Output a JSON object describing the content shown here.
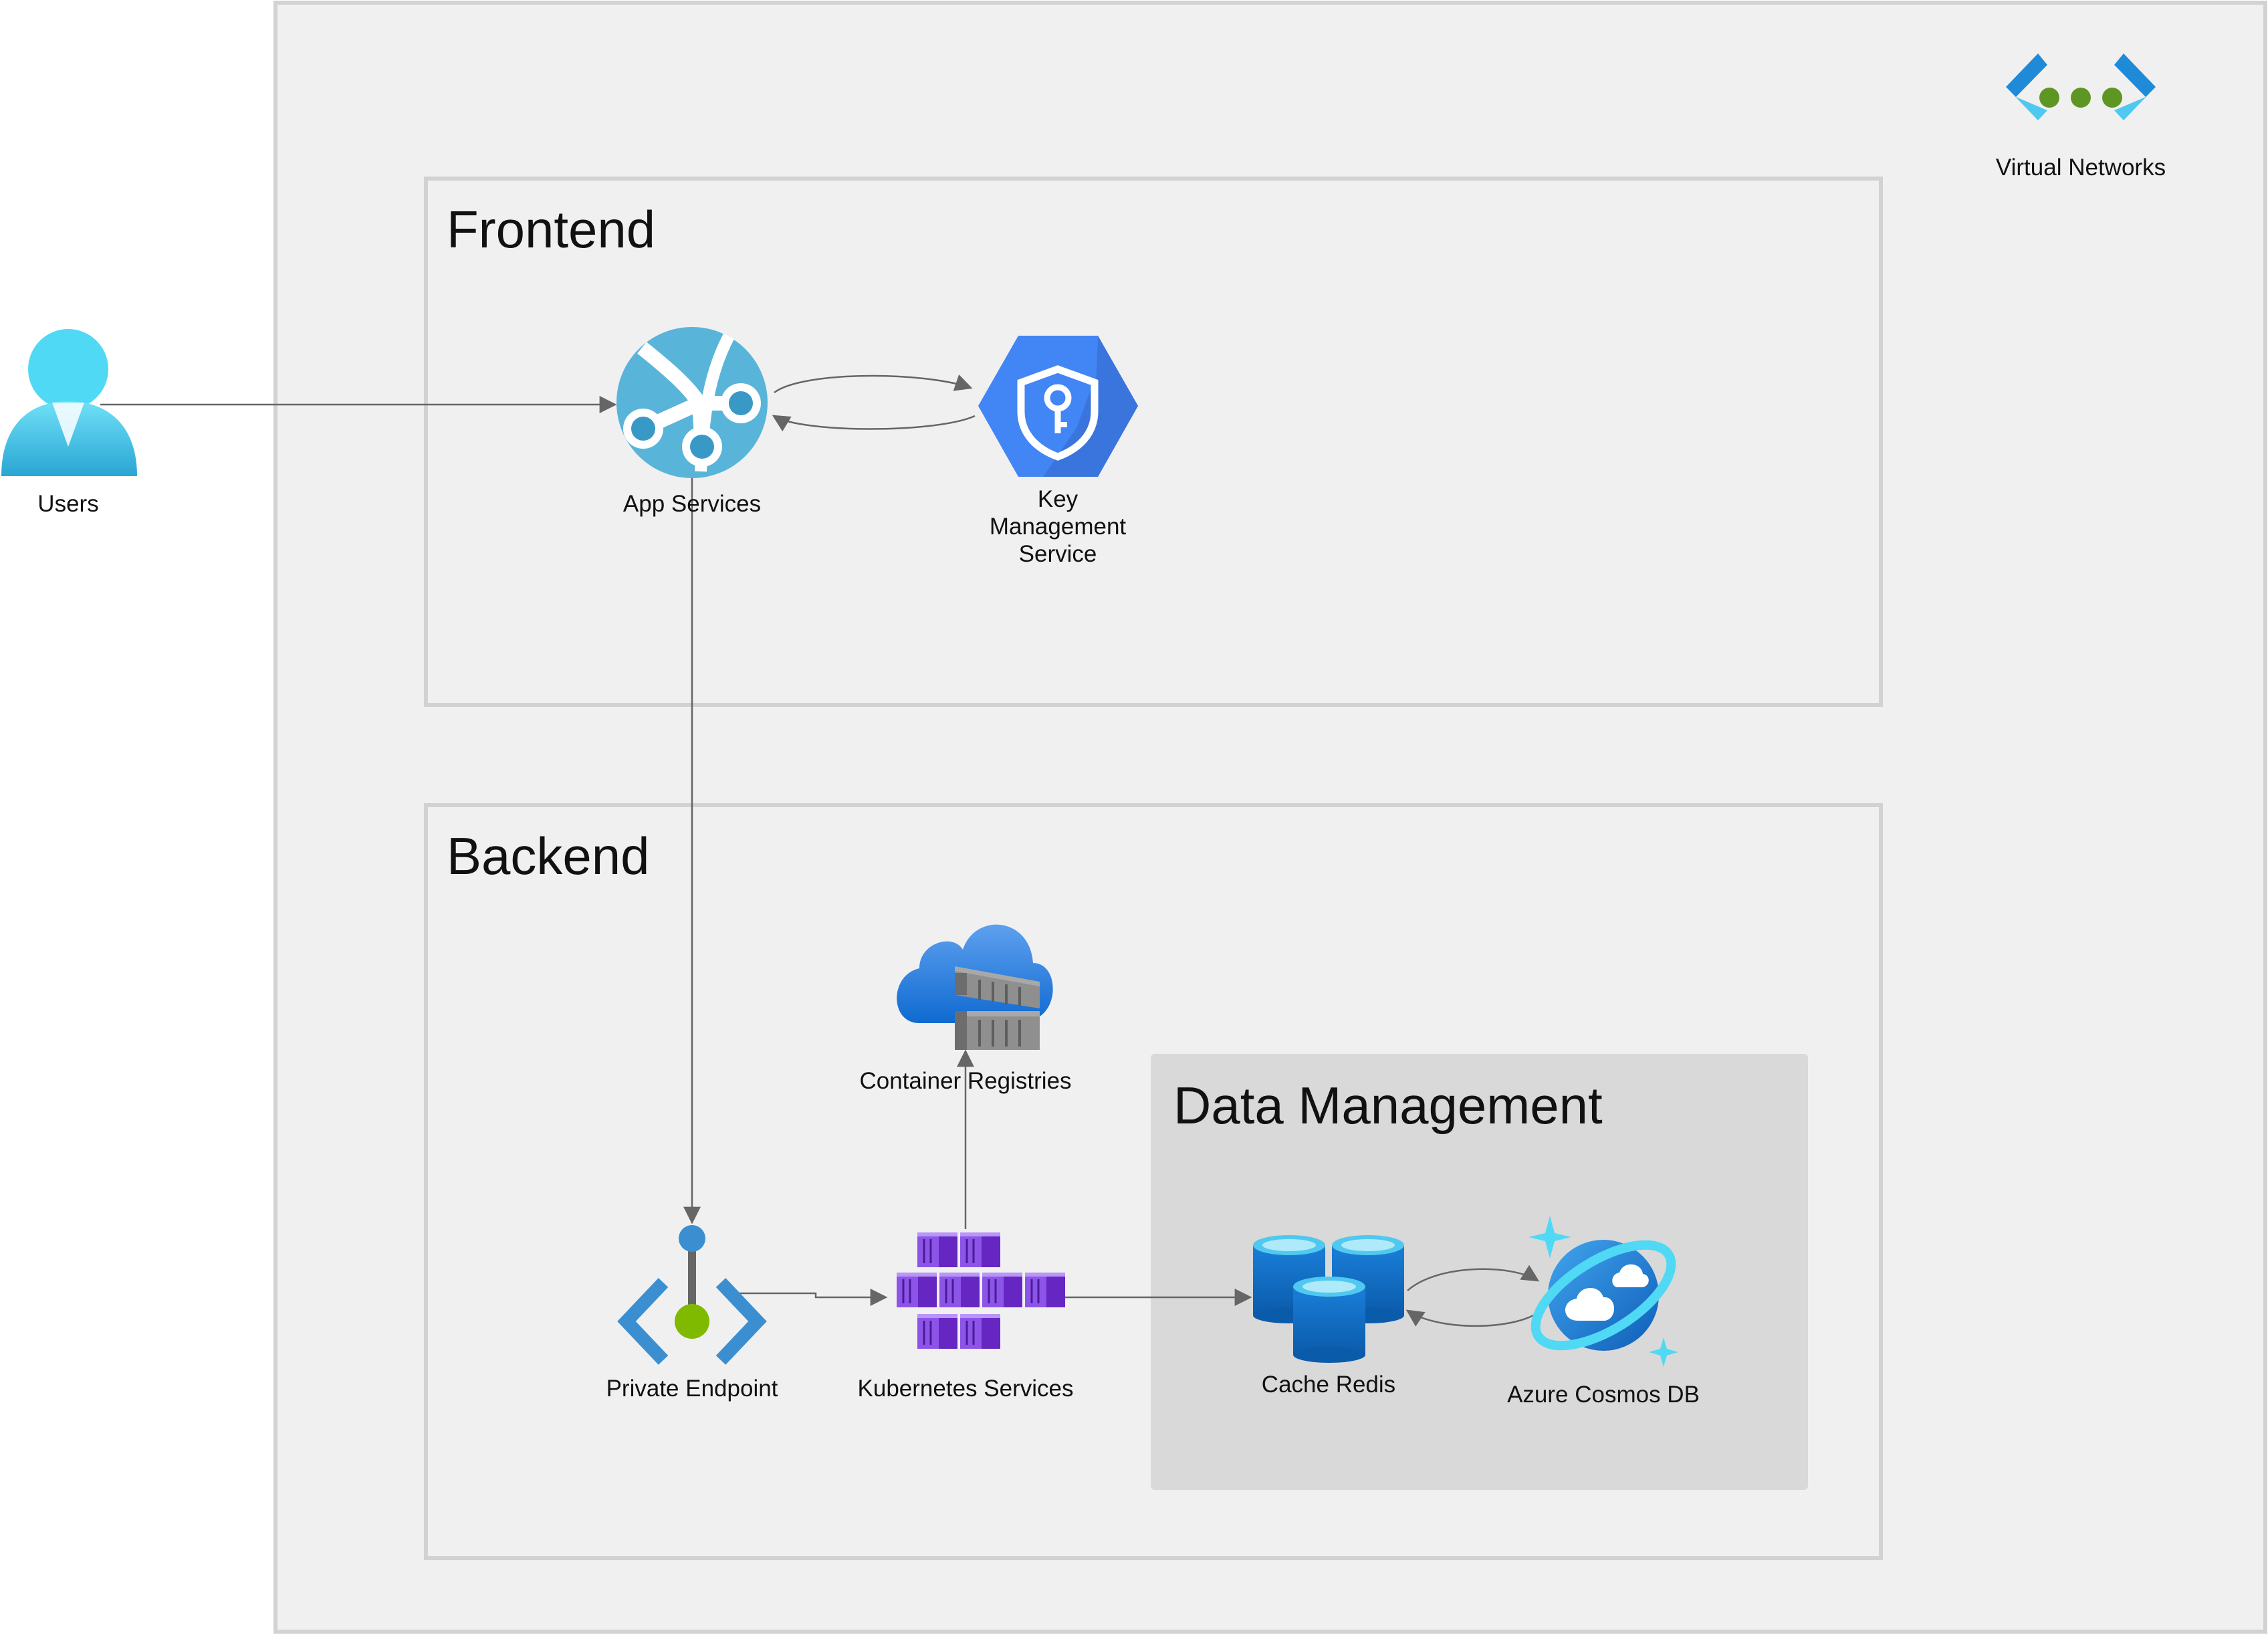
{
  "diagram": {
    "groups": {
      "frontend": "Frontend",
      "backend": "Backend",
      "data_management": "Data Management"
    },
    "nodes": {
      "users": "Users",
      "virtual_networks": "Virtual Networks",
      "app_services": "App Services",
      "kms_line1": "Key",
      "kms_line2": "Management",
      "kms_line3": "Service",
      "container_registries": "Container Registries",
      "private_endpoint": "Private Endpoint",
      "kubernetes": "Kubernetes Services",
      "cache_redis": "Cache Redis",
      "cosmos_db": "Azure Cosmos DB"
    },
    "icons": {
      "users": "user-icon",
      "virtual_networks": "virtual-network-icon",
      "app_services": "app-service-icon",
      "kms": "key-management-shield-icon",
      "container_registries": "container-registry-icon",
      "private_endpoint": "private-endpoint-icon",
      "kubernetes": "kubernetes-icon",
      "cache_redis": "redis-cache-icon",
      "cosmos_db": "cosmos-db-icon"
    },
    "edges": [
      {
        "from": "users",
        "to": "app_services"
      },
      {
        "from": "app_services",
        "to": "kms"
      },
      {
        "from": "kms",
        "to": "app_services"
      },
      {
        "from": "app_services",
        "to": "private_endpoint"
      },
      {
        "from": "private_endpoint",
        "to": "kubernetes"
      },
      {
        "from": "kubernetes",
        "to": "container_registries"
      },
      {
        "from": "kubernetes",
        "to": "cache_redis"
      },
      {
        "from": "cache_redis",
        "to": "cosmos_db"
      },
      {
        "from": "cosmos_db",
        "to": "cache_redis"
      }
    ],
    "colors": {
      "outer_fill": "#f0f0f1",
      "group_border": "#d2d2d2",
      "data_mgmt_fill": "#d9d9d9",
      "edge": "#666666",
      "azure_blue": "#0078d4",
      "kms_blue": "#4285f4",
      "aks_purple": "#7b3fd1",
      "vnet_green": "#5e9624"
    }
  }
}
